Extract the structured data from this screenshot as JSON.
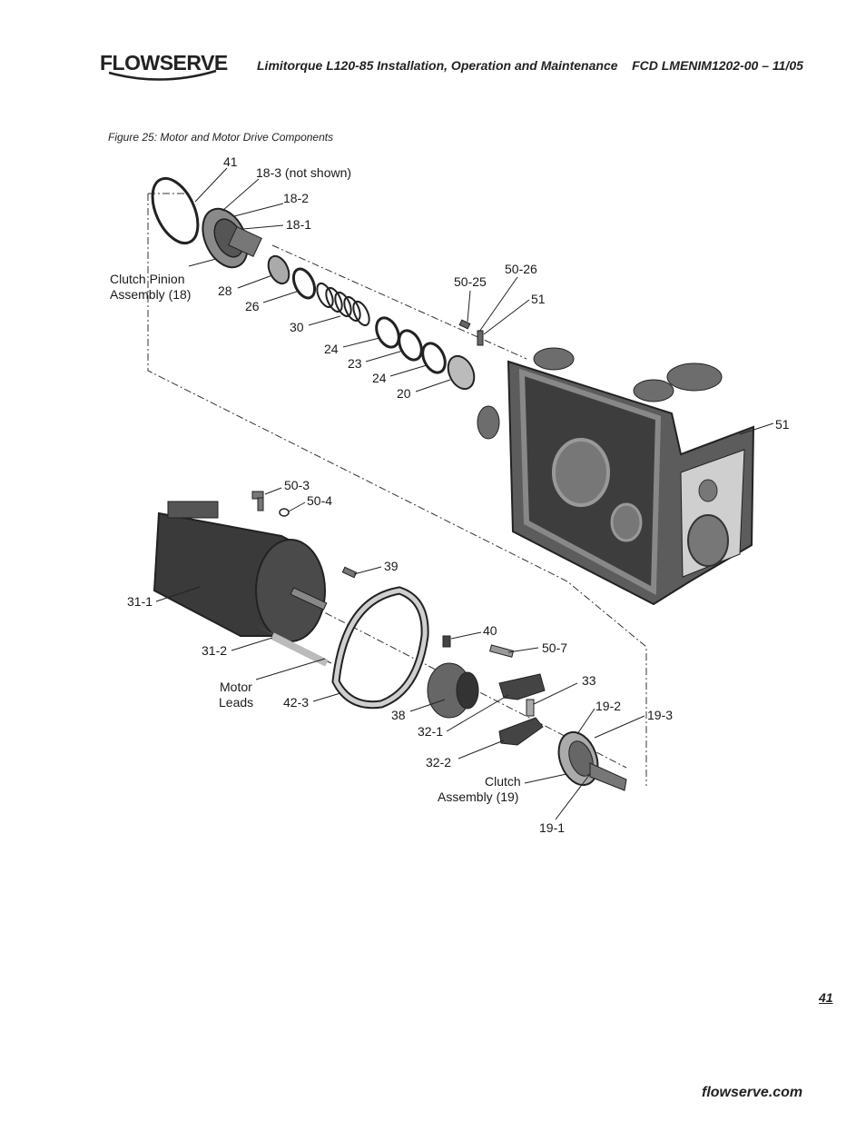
{
  "header": {
    "logo_text": "FLOWSERVE",
    "title": "Limitorque L120-85 Installation, Operation and Maintenance    FCD LMENIM1202-00 – 11/05"
  },
  "figure": {
    "caption": "Figure 25: Motor and Motor Drive Components",
    "callouts": {
      "c41": "41",
      "c18_3": "18-3 (not shown)",
      "c18_2": "18-2",
      "c18_1": "18-1",
      "clutch_pinion_1": "Clutch Pinion",
      "clutch_pinion_2": "Assembly (18)",
      "c28": "28",
      "c26": "26",
      "c30": "30",
      "c24a": "24",
      "c23": "23",
      "c24b": "24",
      "c20": "20",
      "c50_25": "50-25",
      "c50_26": "50-26",
      "c51a": "51",
      "c51b": "51",
      "c50_3": "50-3",
      "c50_4": "50-4",
      "c39": "39",
      "c31_1": "31-1",
      "c31_2": "31-2",
      "motor_leads_1": "Motor",
      "motor_leads_2": "Leads",
      "c42_3": "42-3",
      "c40": "40",
      "c50_7": "50-7",
      "c33": "33",
      "c38": "38",
      "c32_1": "32-1",
      "c19_2": "19-2",
      "c19_3": "19-3",
      "c32_2": "32-2",
      "clutch_assembly_1": "Clutch",
      "clutch_assembly_2": "Assembly (19)",
      "c19_1": "19-1"
    }
  },
  "footer": {
    "page_number": "41",
    "website": "flowserve.com"
  }
}
